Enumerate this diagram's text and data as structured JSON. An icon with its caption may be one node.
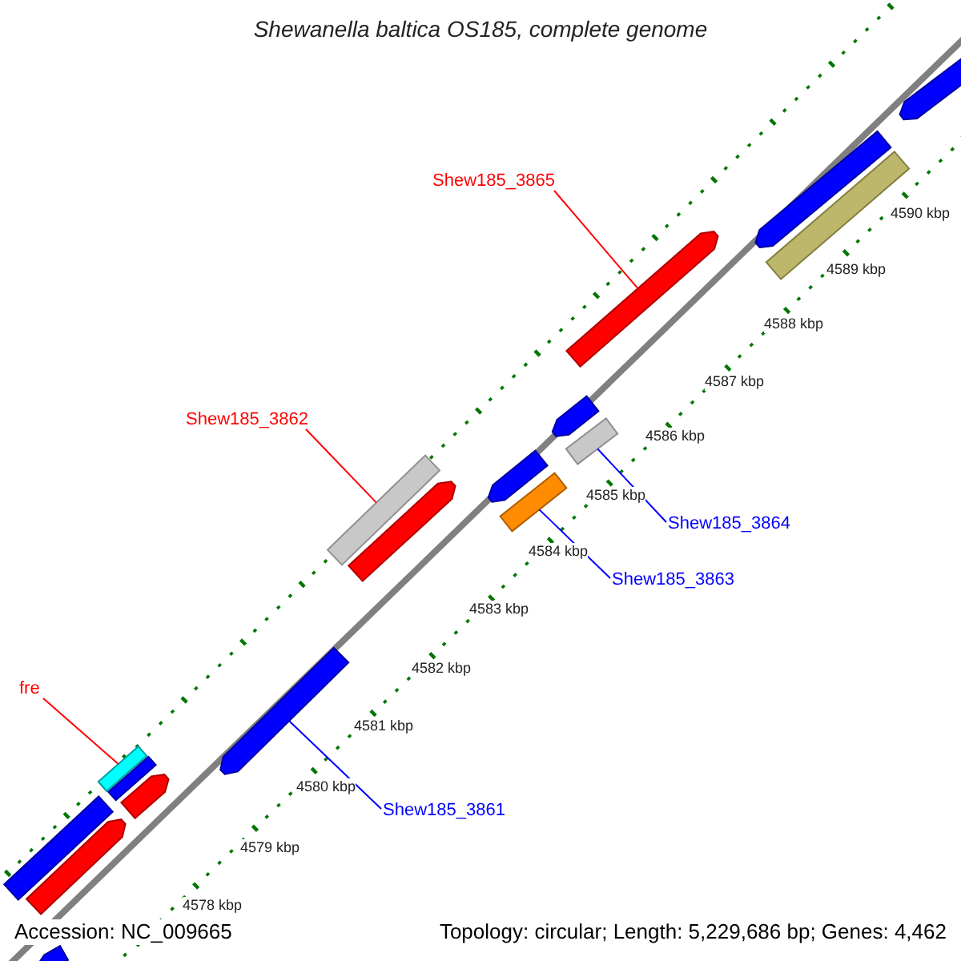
{
  "diagram": {
    "title": "Shewanella baltica OS185, complete genome",
    "nodes": [
      {
        "text": [
          "Shew185_3865"
        ]
      },
      {
        "text": [],
        "shape": "arrow"
      },
      {
        "text": [
          "Shew185_3862"
        ]
      },
      {
        "text": [],
        "shape": "bar"
      },
      {
        "text": [
          "Shew185_3864"
        ]
      },
      {
        "text": [],
        "shape": "bar"
      },
      {
        "text": [
          "Shew185_3863"
        ]
      },
      {
        "text": [],
        "shape": "bar"
      },
      {
        "text": [
          "fre"
        ]
      },
      {
        "text": [],
        "shape": "bar"
      },
      {
        "text": [
          "Shew185_3861"
        ]
      },
      {
        "text": [],
        "shape": "arrow"
      },
      {
        "text": [],
        "shape": "bar"
      },
      {
        "text": [],
        "shape": "arrow"
      },
      {
        "text": [],
        "shape": "bar"
      },
      {
        "text": [],
        "shape": "arrow"
      },
      {
        "text": [],
        "shape": "arrow"
      },
      {
        "text": [],
        "shape": "arrow"
      },
      {
        "text": [],
        "shape": "arrow"
      },
      {
        "text": [],
        "shape": "arrow"
      },
      {
        "text": [],
        "shape": "arrow"
      },
      {
        "text": [],
        "shape": "bar"
      },
      {
        "text": [],
        "shape": "arrow"
      }
    ],
    "edges": [
      {
        "from": 0,
        "to": 1,
        "arrow": "none",
        "color": "#ff0000"
      },
      {
        "from": 2,
        "to": 3,
        "arrow": "none",
        "color": "#ff0000"
      },
      {
        "from": 4,
        "to": 5,
        "arrow": "none",
        "color": "#0000ff"
      },
      {
        "from": 6,
        "to": 7,
        "arrow": "none",
        "color": "#0000ff"
      },
      {
        "from": 8,
        "to": 9,
        "arrow": "none",
        "color": "#ff0000"
      },
      {
        "from": 10,
        "to": 11,
        "arrow": "none",
        "color": "#0000ff"
      }
    ],
    "labels": [
      "4590 kbp",
      "4589 kbp",
      "4588 kbp",
      "4587 kbp",
      "4586 kbp",
      "4585 kbp",
      "4584 kbp",
      "4583 kbp",
      "4582 kbp",
      "4581 kbp",
      "4580 kbp",
      "4579 kbp",
      "4578 kbp",
      "Accession: NC_009665",
      "Topology: circular; Length: 5,229,686 bp; Genes: 4,462"
    ]
  }
}
